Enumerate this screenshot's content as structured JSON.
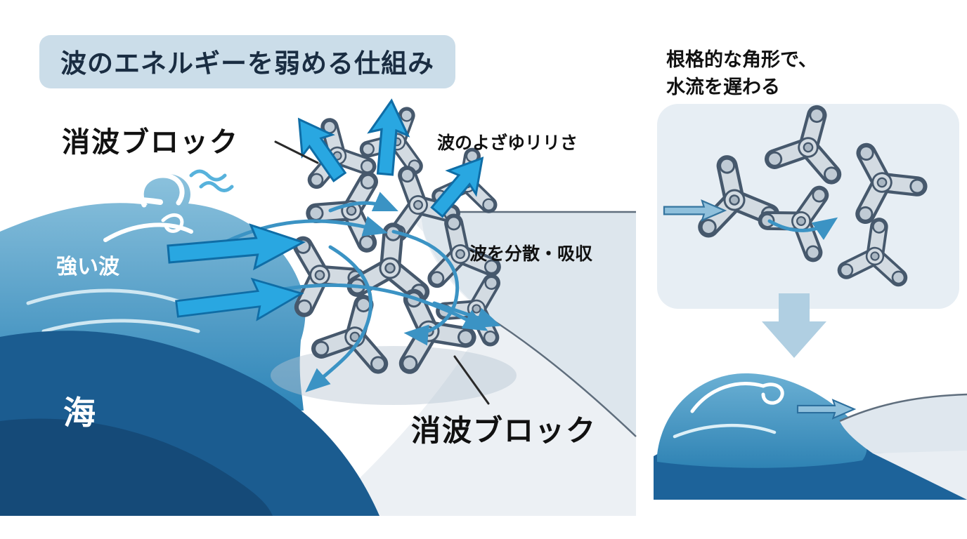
{
  "title": {
    "text": "波のエネルギーを弱める仕組み"
  },
  "labels": {
    "block_top": "消波ブロック",
    "splash": "波のよざゆリリさ",
    "strong_wave": "強い波",
    "disperse": "波を分散・吸収",
    "sea": "海",
    "block_bottom": "消波ブロック"
  },
  "right_panel": {
    "caption_line1": "根格的な角形で、",
    "caption_line2": "水流を遅わる"
  },
  "palette": {
    "arrow_blue": "#29a7e1",
    "arrow_blue_dark": "#0f6da6",
    "flow_arrow_blue": "#3b93c4",
    "soft_arrow_blue": "#8fc0dc",
    "down_arrow_blue": "#b0cfe2",
    "sea_deep": "#1b5c90",
    "sea_deeper": "#154a78",
    "wave_light": "#7db9d9",
    "wave_mid": "#2e85b8",
    "block_fill": "#d3dbe2",
    "block_outline": "#46586c",
    "land_band": "#dde6ed",
    "land_pale": "#ecf0f4",
    "title_bg": "#cbdde9",
    "title_text": "#1a2d42",
    "foam_white": "#ffffff"
  }
}
